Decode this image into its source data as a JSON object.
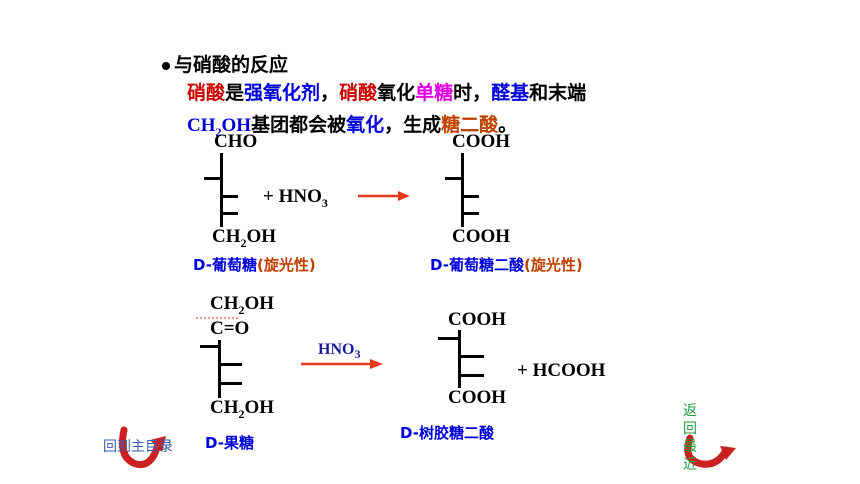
{
  "heading": {
    "text": "与硝酸的反应"
  },
  "desc": {
    "line1": [
      {
        "t": "硝酸",
        "c": "red"
      },
      {
        "t": "是",
        "c": "black"
      },
      {
        "t": "强氧化剂",
        "c": "blue"
      },
      {
        "t": "，",
        "c": "black"
      },
      {
        "t": "硝酸",
        "c": "red"
      },
      {
        "t": "氧化",
        "c": "black"
      },
      {
        "t": "单糖",
        "c": "mag"
      },
      {
        "t": "时，",
        "c": "black"
      },
      {
        "t": "醛基",
        "c": "blue"
      },
      {
        "t": "和末端",
        "c": "black"
      }
    ],
    "line2_ch2": "CH",
    "line2_sub": "2",
    "line2_oh": "OH",
    "line2_rest": [
      {
        "t": "基团都会被",
        "c": "black"
      },
      {
        "t": "氧化",
        "c": "blue"
      },
      {
        "t": "，生成",
        "c": "black"
      },
      {
        "t": "糖二酸",
        "c": "brown"
      },
      {
        "t": "。",
        "c": "black"
      }
    ]
  },
  "reaction1": {
    "reactant_top": "CHO",
    "reactant_bottom_a": "CH",
    "reactant_bottom_sub": "2",
    "reactant_bottom_b": "OH",
    "reagent_a": "+  HNO",
    "reagent_sub": "3",
    "product_top": "COOH",
    "product_bottom": "COOH",
    "reactant_name": "D-葡萄糖",
    "reactant_note": "(旋光性)",
    "product_name": "D-葡萄糖二酸",
    "product_note": "(旋光性)"
  },
  "reaction2": {
    "reactant_top_a": "CH",
    "reactant_top_sub": "2",
    "reactant_top_b": "OH",
    "reactant_keto": "C=O",
    "reactant_bottom_a": "CH",
    "reactant_bottom_sub": "2",
    "reactant_bottom_b": "OH",
    "reagent_a": "HNO",
    "reagent_sub": "3",
    "product_top": "COOH",
    "product_bottom": "COOH",
    "byproduct": "+  HCOOH",
    "reactant_name": "D-果糖",
    "product_name": "D-树胶糖二酸"
  },
  "nav": {
    "home": "回到主目录",
    "back_chars": [
      "返",
      "回",
      "最",
      "近"
    ]
  },
  "colors": {
    "red": "#cc0000",
    "blue": "#0000dd",
    "mag": "#e000e0",
    "brown": "#c04000",
    "arrow": "#e23a1a",
    "nav_green": "#1e9e3e",
    "nav_blue": "#3a5ab0"
  }
}
